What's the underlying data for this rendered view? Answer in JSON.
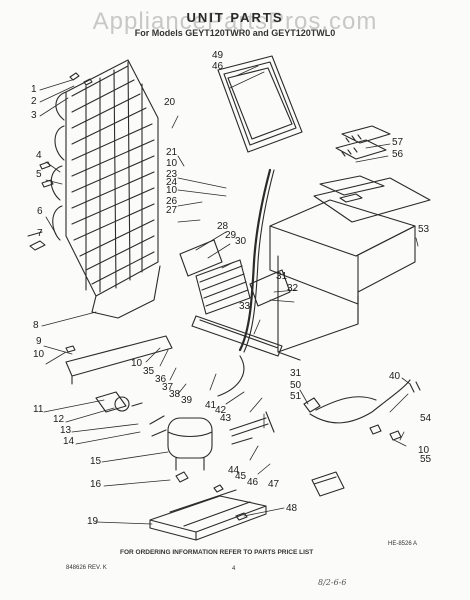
{
  "watermark": "AppliancePartsPros.com",
  "title": "UNIT PARTS",
  "subtitle": "For Models GEYT120TWR0 and GEYT120TWL0",
  "callouts": [
    "1",
    "2",
    "3",
    "4",
    "5",
    "6",
    "7",
    "8",
    "9",
    "10",
    "10",
    "10",
    "10",
    "10",
    "11",
    "12",
    "13",
    "14",
    "15",
    "16",
    "19",
    "20",
    "21",
    "23",
    "24",
    "26",
    "27",
    "28",
    "29",
    "30",
    "31",
    "31",
    "32",
    "33",
    "35",
    "36",
    "37",
    "38",
    "39",
    "40",
    "41",
    "42",
    "43",
    "44",
    "45",
    "46",
    "46",
    "47",
    "48",
    "49",
    "50",
    "51",
    "53",
    "54",
    "55",
    "56",
    "57"
  ],
  "footer": {
    "ordering_note": "FOR ORDERING INFORMATION REFER TO PARTS PRICE LIST",
    "doc_number": "848626 REV. K",
    "page_mark": "4",
    "figure_code": "HE-8526 A",
    "handwritten_date": "8/2-6-6"
  }
}
